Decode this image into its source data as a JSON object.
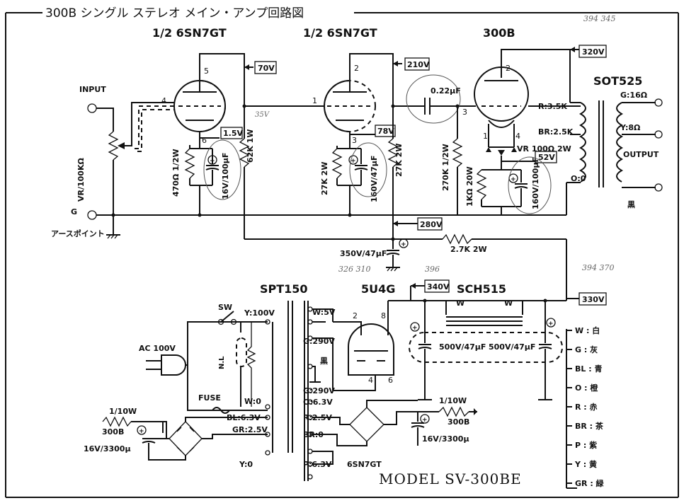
{
  "title": "300B シングル ステレオ メイン・アンプ回路図",
  "model": "MODEL SV-300BE",
  "tubes": {
    "v1": "1/2 6SN7GT",
    "v2": "1/2 6SN7GT",
    "v3": "300B",
    "rect": "5U4G"
  },
  "transformers": {
    "output": "SOT525",
    "power": "SPT150",
    "choke": "SCH515"
  },
  "terminals": {
    "input": "INPUT",
    "ground": "G",
    "earth_point": "アースポイント",
    "output": "OUTPUT",
    "out_16": "G:16Ω",
    "out_8": "Y:8Ω",
    "out_0": "O:0",
    "black": "黒"
  },
  "voltages": {
    "v70": "70V",
    "v1_5": "1.5V",
    "v210": "210V",
    "v78": "78V",
    "v320": "320V",
    "v52": "52V",
    "v280": "280V",
    "v340": "340V",
    "v330": "330V"
  },
  "components": {
    "vr": "VR/100KΩ",
    "r470": "470Ω 1/2W",
    "c16_100": "16V/100μF",
    "r62k": "62K 1W",
    "r27k_2w": "27K 2W",
    "c160_47": "160V/47μF",
    "r27k_2w_b": "27K 2W",
    "c022": "0.22μF",
    "r270k": "270K 1/2W",
    "r1k": "1KΩ 20W",
    "vr100": "VR 100Ω 2W",
    "c160_100": "160V/100μF",
    "ot_r": "R:3.5K",
    "ot_br": "BR:2.5K",
    "c350_47": "350V/47μF",
    "r2_7k": "2.7K 2W",
    "c500_1": "500V/47μF",
    "c500_2": "500V/47μF",
    "heater_r_l": "1/10W",
    "heater_300b_l": "300B",
    "heater_c_l": "16V/3300μ",
    "heater_r_r": "1/10W",
    "heater_300b_r": "300B",
    "heater_c_r": "16V/3300μ",
    "nl": "N.L",
    "fuse": "FUSE",
    "sw": "SW",
    "ac": "AC 100V"
  },
  "pins": {
    "p5": "5",
    "p4": "4",
    "p6": "6",
    "p2a": "2",
    "p1a": "1",
    "p3a": "3",
    "p2b": "2",
    "p3b": "3",
    "p1b": "1",
    "p4b": "4",
    "r2": "2",
    "r8": "8",
    "r4": "4",
    "r6": "6"
  },
  "pt_taps": {
    "y100": "Y:100V",
    "w0": "W:0",
    "bl63": "BL:6.3V",
    "gr25": "GR:2.5V",
    "y0": "Y:0",
    "w5": "W:5V",
    "g290a": "G:290V",
    "black": "黒",
    "g290b": "G:290V",
    "o63": "O:6.3V",
    "r25": "R:2.5V",
    "br0": "BR:0",
    "p63": "P:6.3V",
    "sn7": "6SN7GT"
  },
  "choke_taps": {
    "w1": "W",
    "w2": "W"
  },
  "color_legend": [
    {
      "code": "W",
      "color": "白"
    },
    {
      "code": "G",
      "color": "灰"
    },
    {
      "code": "BL",
      "color": "青"
    },
    {
      "code": "O",
      "color": "橙"
    },
    {
      "code": "R",
      "color": "赤"
    },
    {
      "code": "BR",
      "color": "茶"
    },
    {
      "code": "P",
      "color": "紫"
    },
    {
      "code": "Y",
      "color": "黄"
    },
    {
      "code": "GR",
      "color": "緑"
    }
  ],
  "handwritten": {
    "n1": "35V",
    "n2": "326 310",
    "n3": "396",
    "n4": "394 370",
    "n5": "394 345"
  }
}
